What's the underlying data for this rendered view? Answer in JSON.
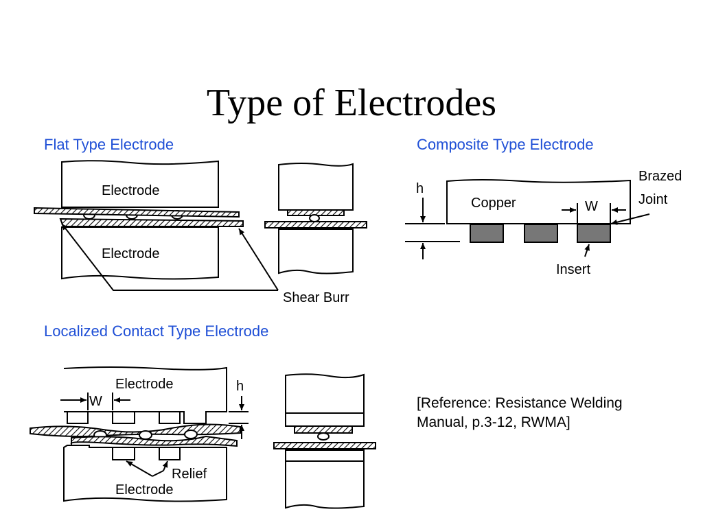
{
  "title": "Type of Electrodes",
  "flat": {
    "heading": "Flat Type Electrode",
    "upper_label": "Electrode",
    "lower_label": "Electrode",
    "burr_label": "Shear Burr"
  },
  "composite": {
    "heading": "Composite Type Electrode",
    "h_label": "h",
    "copper_label": "Copper",
    "w_label": "W",
    "brazed_label": "Brazed",
    "joint_label": "Joint",
    "insert_label": "Insert"
  },
  "localized": {
    "heading": "Localized Contact Type Electrode",
    "upper_label": "Electrode",
    "w_label": "W",
    "h_label": "h",
    "relief_label": "Relief",
    "lower_label": "Electrode"
  },
  "reference": {
    "line1": "[Reference:  Resistance Welding",
    "line2": "Manual, p.3-12, RWMA]"
  },
  "colors": {
    "heading": "#1f4fd6",
    "insert_fill": "#777777"
  }
}
